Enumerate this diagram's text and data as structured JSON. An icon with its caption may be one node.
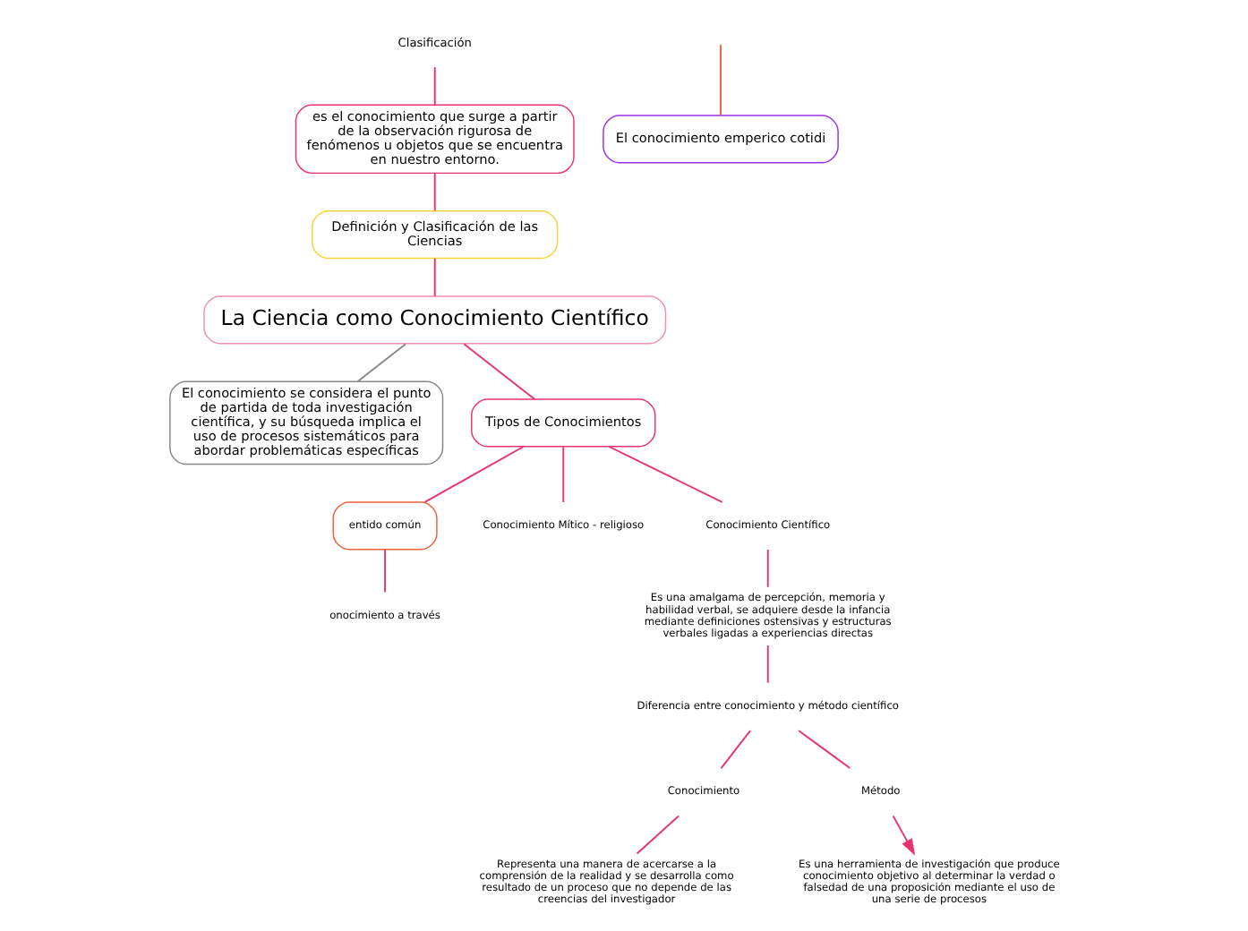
{
  "diagram": {
    "nodes": [
      {
        "text": [
          "Clasificación"
        ]
      },
      {
        "text": [
          "es el conocimiento que surge a partir de la observación rigurosa de fenómenos u objetos que se encuentra en nuestro entorno."
        ]
      },
      {
        "text": [
          "Definición y Clasificación de las Ciencias"
        ]
      },
      {
        "text": [
          "La Ciencia como Conocimiento Científico"
        ]
      },
      {
        "text": [
          "El conocimiento se considera el punto de partida de toda investigación científica, y su búsqueda implica el uso de procesos sistemáticos para abordar problemáticas específicas"
        ]
      },
      {
        "text": [
          "Tipos de Conocimientos"
        ]
      },
      {
        "text": [
          "entido común"
        ]
      },
      {
        "text": [
          "Conocimiento Mítico - religioso"
        ]
      },
      {
        "text": [
          "Conocimiento Científico"
        ]
      },
      {
        "text": [
          "onocimiento a través"
        ]
      },
      {
        "text": [
          "Es una amalgama de percepción, memoria y habilidad verbal, se adquiere desde la infancia mediante definiciones ostensivas y estructuras verbales ligadas a experiencias directas"
        ]
      },
      {
        "text": [
          "Diferencia entre conocimiento y método científico"
        ]
      },
      {
        "text": [
          "Conocimiento"
        ]
      },
      {
        "text": [
          "Método"
        ]
      },
      {
        "text": [
          "Representa una manera de acercarse a la comprensión de la realidad y se desarrolla como resultado de un proceso que no depende de las creencias del investigador"
        ]
      },
      {
        "text": [
          "Es una herramienta de investigación que produce conocimiento objetivo al determinar la verdad o falsedad de una proposición mediante el uso de una serie de procesos"
        ]
      },
      {
        "text": [
          "El conocimiento emperico cotidi"
        ]
      }
    ],
    "edges": [
      {
        "from": 0,
        "to": 1,
        "arrow": "none"
      },
      {
        "from": 1,
        "to": 2,
        "arrow": "none"
      },
      {
        "from": 2,
        "to": 3,
        "arrow": "none"
      },
      {
        "from": 3,
        "to": 4,
        "arrow": "none",
        "color": "#888888"
      },
      {
        "from": 3,
        "to": 5,
        "arrow": "none"
      },
      {
        "from": 5,
        "to": 6,
        "arrow": "none"
      },
      {
        "from": 5,
        "to": 7,
        "arrow": "none"
      },
      {
        "from": 5,
        "to": 8,
        "arrow": "none"
      },
      {
        "from": 6,
        "to": 9,
        "arrow": "none"
      },
      {
        "from": 8,
        "to": 10,
        "arrow": "none"
      },
      {
        "from": 10,
        "to": 11,
        "arrow": "none"
      },
      {
        "from": 11,
        "to": 12,
        "arrow": "none"
      },
      {
        "from": 11,
        "to": 13,
        "arrow": "none"
      },
      {
        "from": 12,
        "to": 14,
        "arrow": "none"
      },
      {
        "from": 13,
        "to": 15,
        "arrow": "to"
      },
      {
        "from": null,
        "to": 16,
        "arrow": "none",
        "color": "#f0603a"
      }
    ]
  }
}
